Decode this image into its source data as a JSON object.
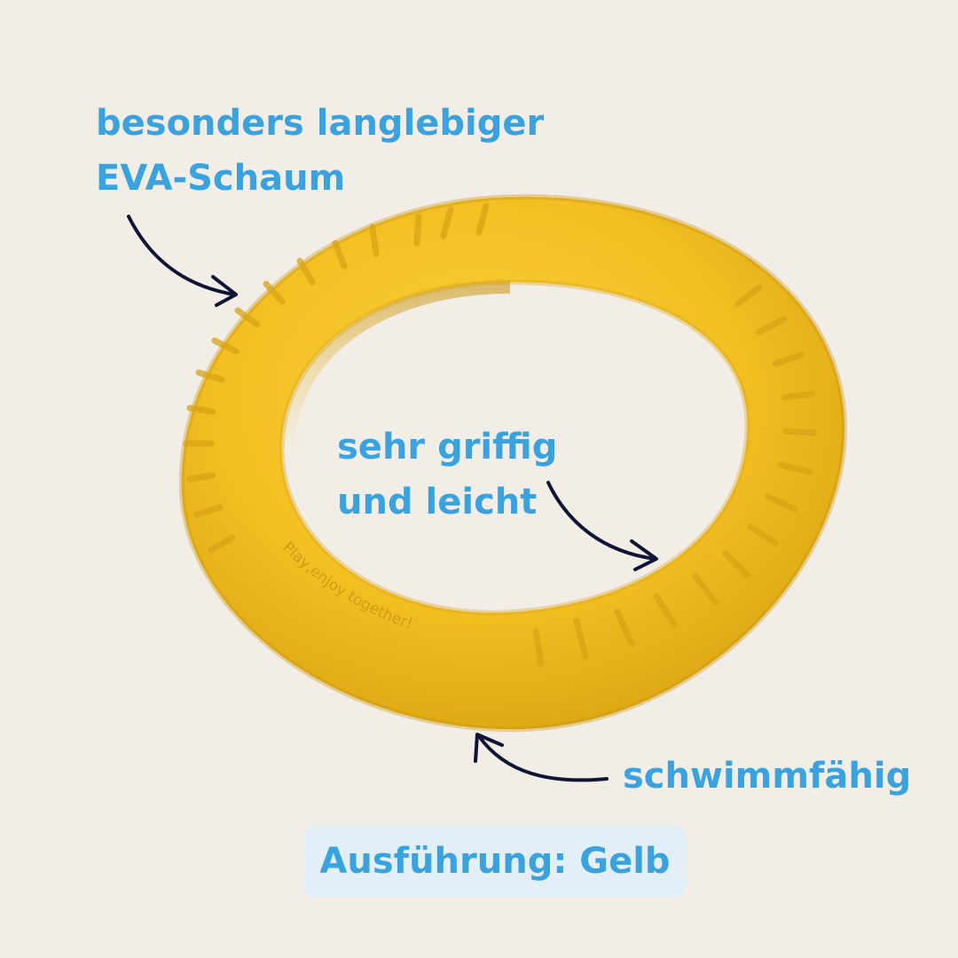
{
  "colors": {
    "background": "#f2eee7",
    "annotation_text": "#3aa3df",
    "arrow": "#0f1535",
    "ring": "#f5c22a",
    "badge_background": "#e3eff6"
  },
  "annotations": {
    "foam": {
      "line1": "besonders langlebiger",
      "line2": "EVA-Schaum"
    },
    "grip": {
      "line1": "sehr griffig",
      "line2": "und leicht"
    },
    "float": {
      "text": "schwimmfähig"
    }
  },
  "product": {
    "name": "yellow-foam-ring-toy",
    "embossed_text": "Play,enjoy together!"
  },
  "variant": {
    "label": "Ausführung: Gelb"
  }
}
